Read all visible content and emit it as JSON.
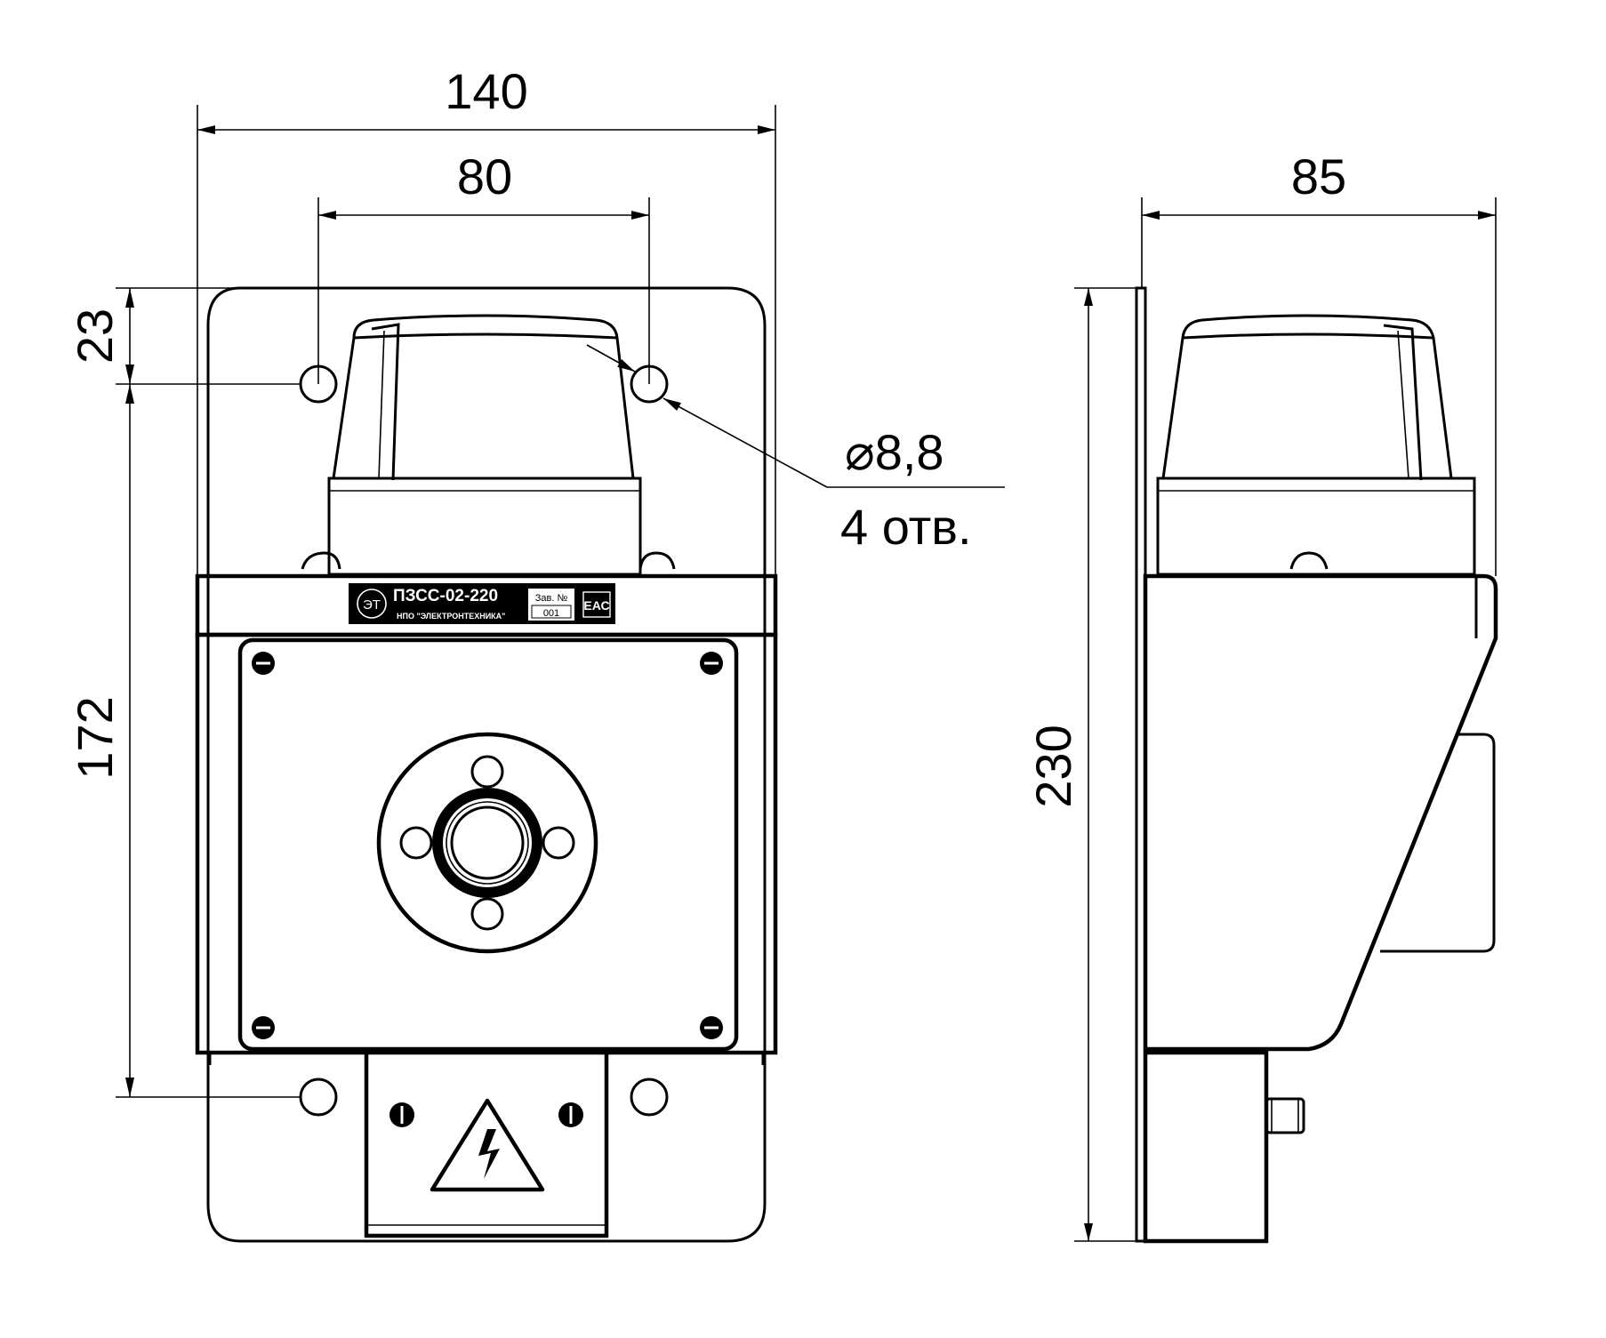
{
  "dimensions": {
    "overall_width": "140",
    "hole_spacing": "80",
    "top_offset": "23",
    "hole_vertical_spacing": "172",
    "overall_height": "230",
    "depth": "85",
    "hole_diameter": "⌀8,8",
    "hole_count": "4 отв."
  },
  "nameplate": {
    "model": "ПЗСС-02-220",
    "maker": "НПО \"ЭЛЕКТРОНТЕХНИКА\"",
    "serial_label": "Зав. №",
    "serial_value": "001",
    "cert_mark": "ЕАС",
    "logo": "ЭТ"
  },
  "colors": {
    "line": "#000000",
    "background": "#ffffff",
    "plate": "#000000",
    "plate_text": "#ffffff"
  },
  "icons": [
    "high-voltage-warning-icon",
    "eac-mark-icon",
    "maker-logo-icon",
    "screw-icon",
    "mounting-hole-icon"
  ]
}
